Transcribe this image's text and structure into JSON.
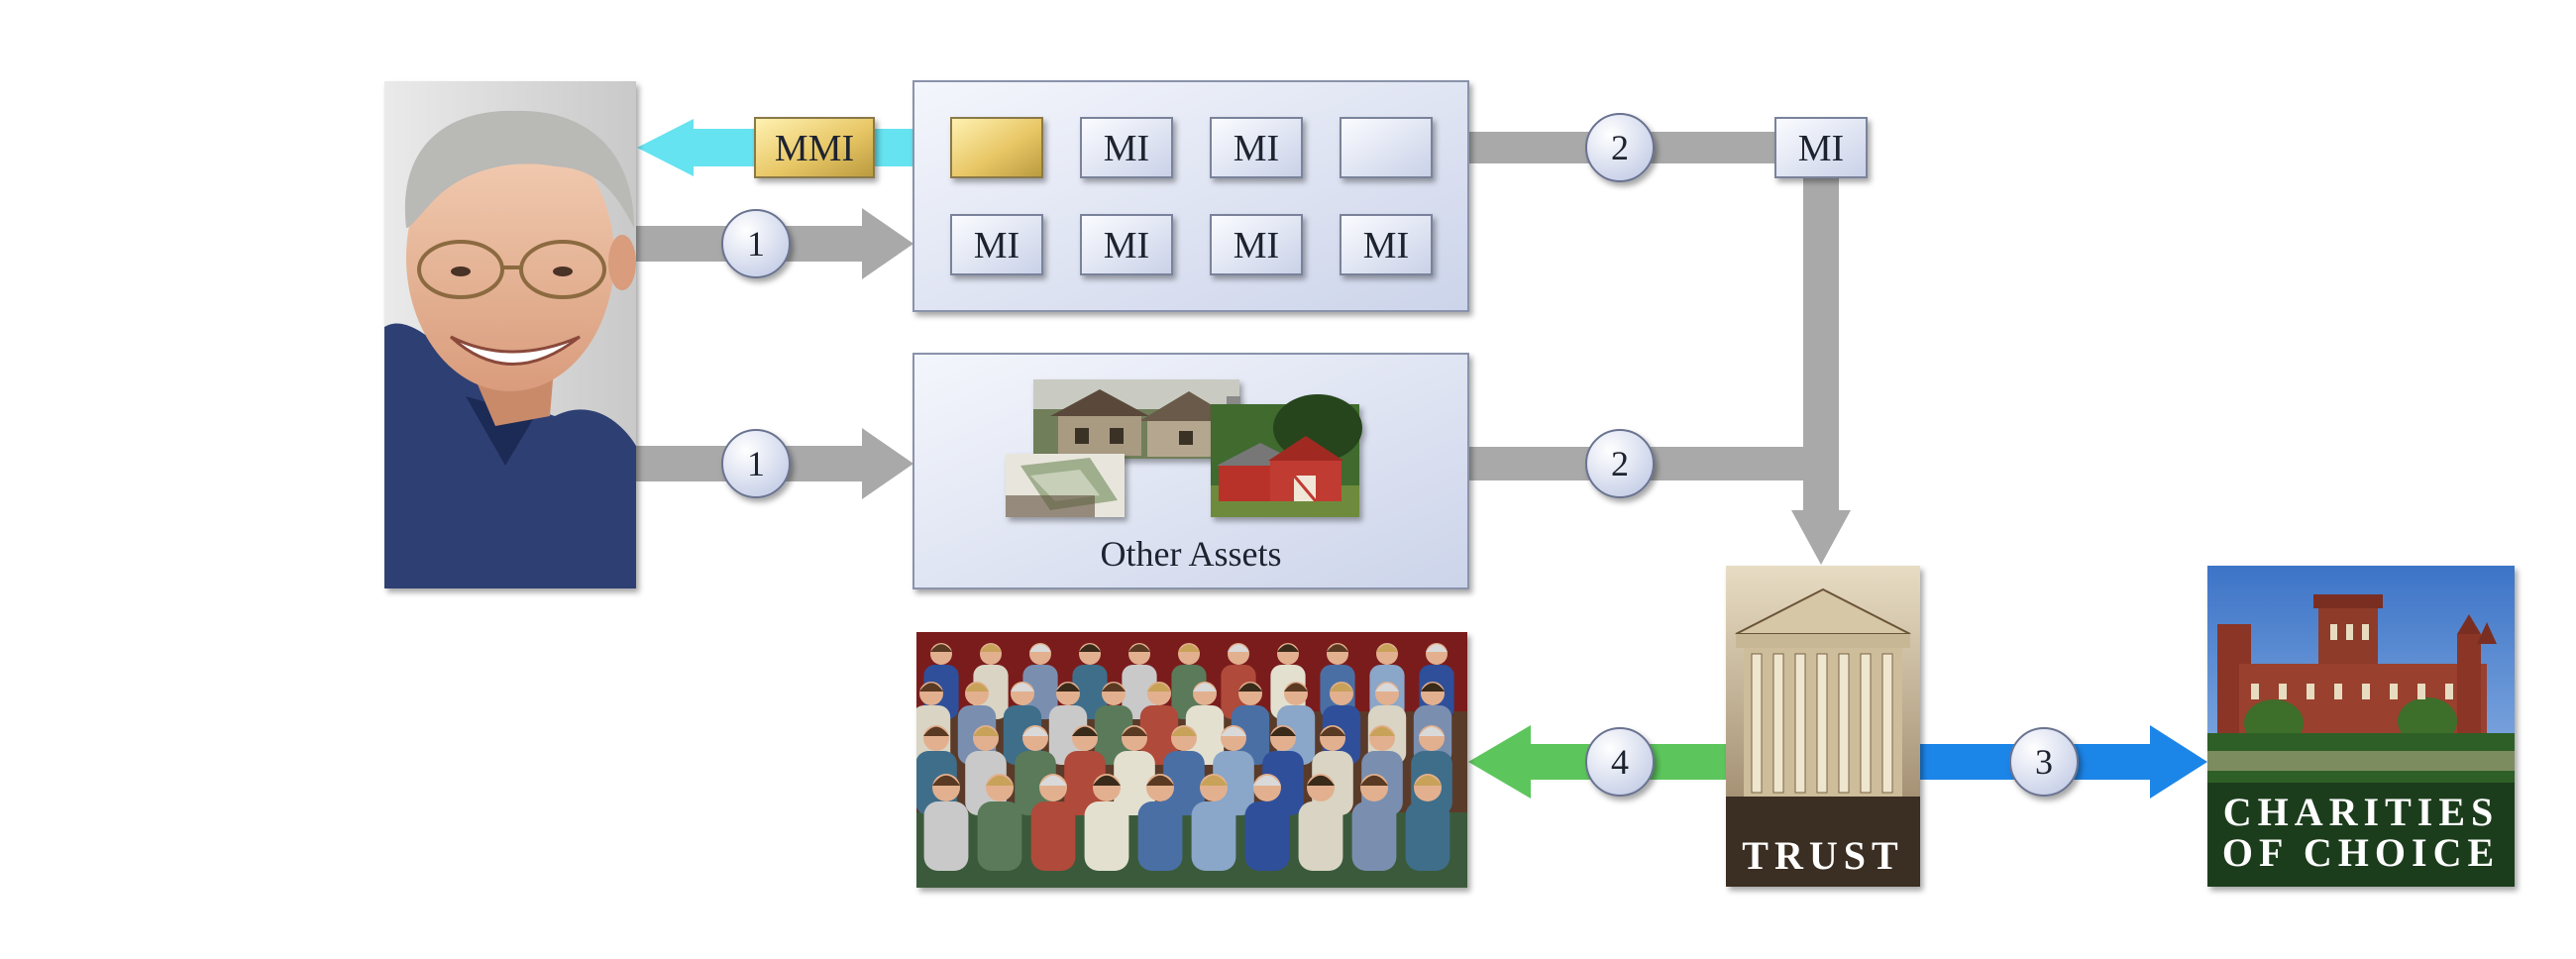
{
  "colors": {
    "gray_arrow": "#a9a9a9",
    "cyan_arrow": "#66e3f0",
    "green_arrow": "#5cc65c",
    "blue_arrow": "#1c85e8",
    "panel": "#dfe5f3",
    "mmi_gold": "#e3c46a"
  },
  "top_box": {
    "row1": [
      "",
      "MI",
      "MI",
      ""
    ],
    "row2": [
      "MI",
      "MI",
      "MI",
      "MI"
    ]
  },
  "mmi_label": "MMI",
  "mi_right_label": "MI",
  "other_assets_label": "Other Assets",
  "steps": {
    "step1_top": "1",
    "step1_bottom": "1",
    "step2_top": "2",
    "step2_bottom": "2",
    "step3": "3",
    "step4": "4"
  },
  "trust_label": "TRUST",
  "charities_line1": "CHARITIES",
  "charities_line2": "OF CHOICE",
  "icons": {
    "person": "elderly-man-portrait",
    "assets": "house-barn-money-picture",
    "family": "family-group-picture",
    "trust": "trust-building-picture",
    "charity": "castle-charity-picture"
  }
}
